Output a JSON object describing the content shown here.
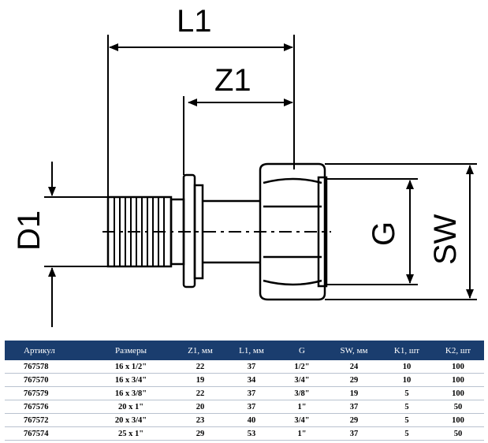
{
  "drawing": {
    "labels": {
      "l1": "L1",
      "z1": "Z1",
      "d1": "D1",
      "g": "G",
      "sw": "SW"
    },
    "line_color": "#000000"
  },
  "table": {
    "header_bg": "#1a3d6e",
    "columns": [
      "Артикул",
      "Размеры",
      "Z1, мм",
      "L1, мм",
      "G",
      "SW, мм",
      "K1, шт",
      "K2, шт"
    ],
    "rows": [
      [
        "767578",
        "16 x 1/2\"",
        "22",
        "37",
        "1/2\"",
        "24",
        "10",
        "100"
      ],
      [
        "767570",
        "16 x 3/4\"",
        "19",
        "34",
        "3/4\"",
        "29",
        "10",
        "100"
      ],
      [
        "767579",
        "16 x 3/8\"",
        "22",
        "37",
        "3/8\"",
        "19",
        "5",
        "100"
      ],
      [
        "767576",
        "20 x 1\"",
        "20",
        "37",
        "1\"",
        "37",
        "5",
        "50"
      ],
      [
        "767572",
        "20 x 3/4\"",
        "23",
        "40",
        "3/4\"",
        "29",
        "5",
        "100"
      ],
      [
        "767574",
        "25 x 1\"",
        "29",
        "53",
        "1\"",
        "37",
        "5",
        "50"
      ]
    ]
  }
}
